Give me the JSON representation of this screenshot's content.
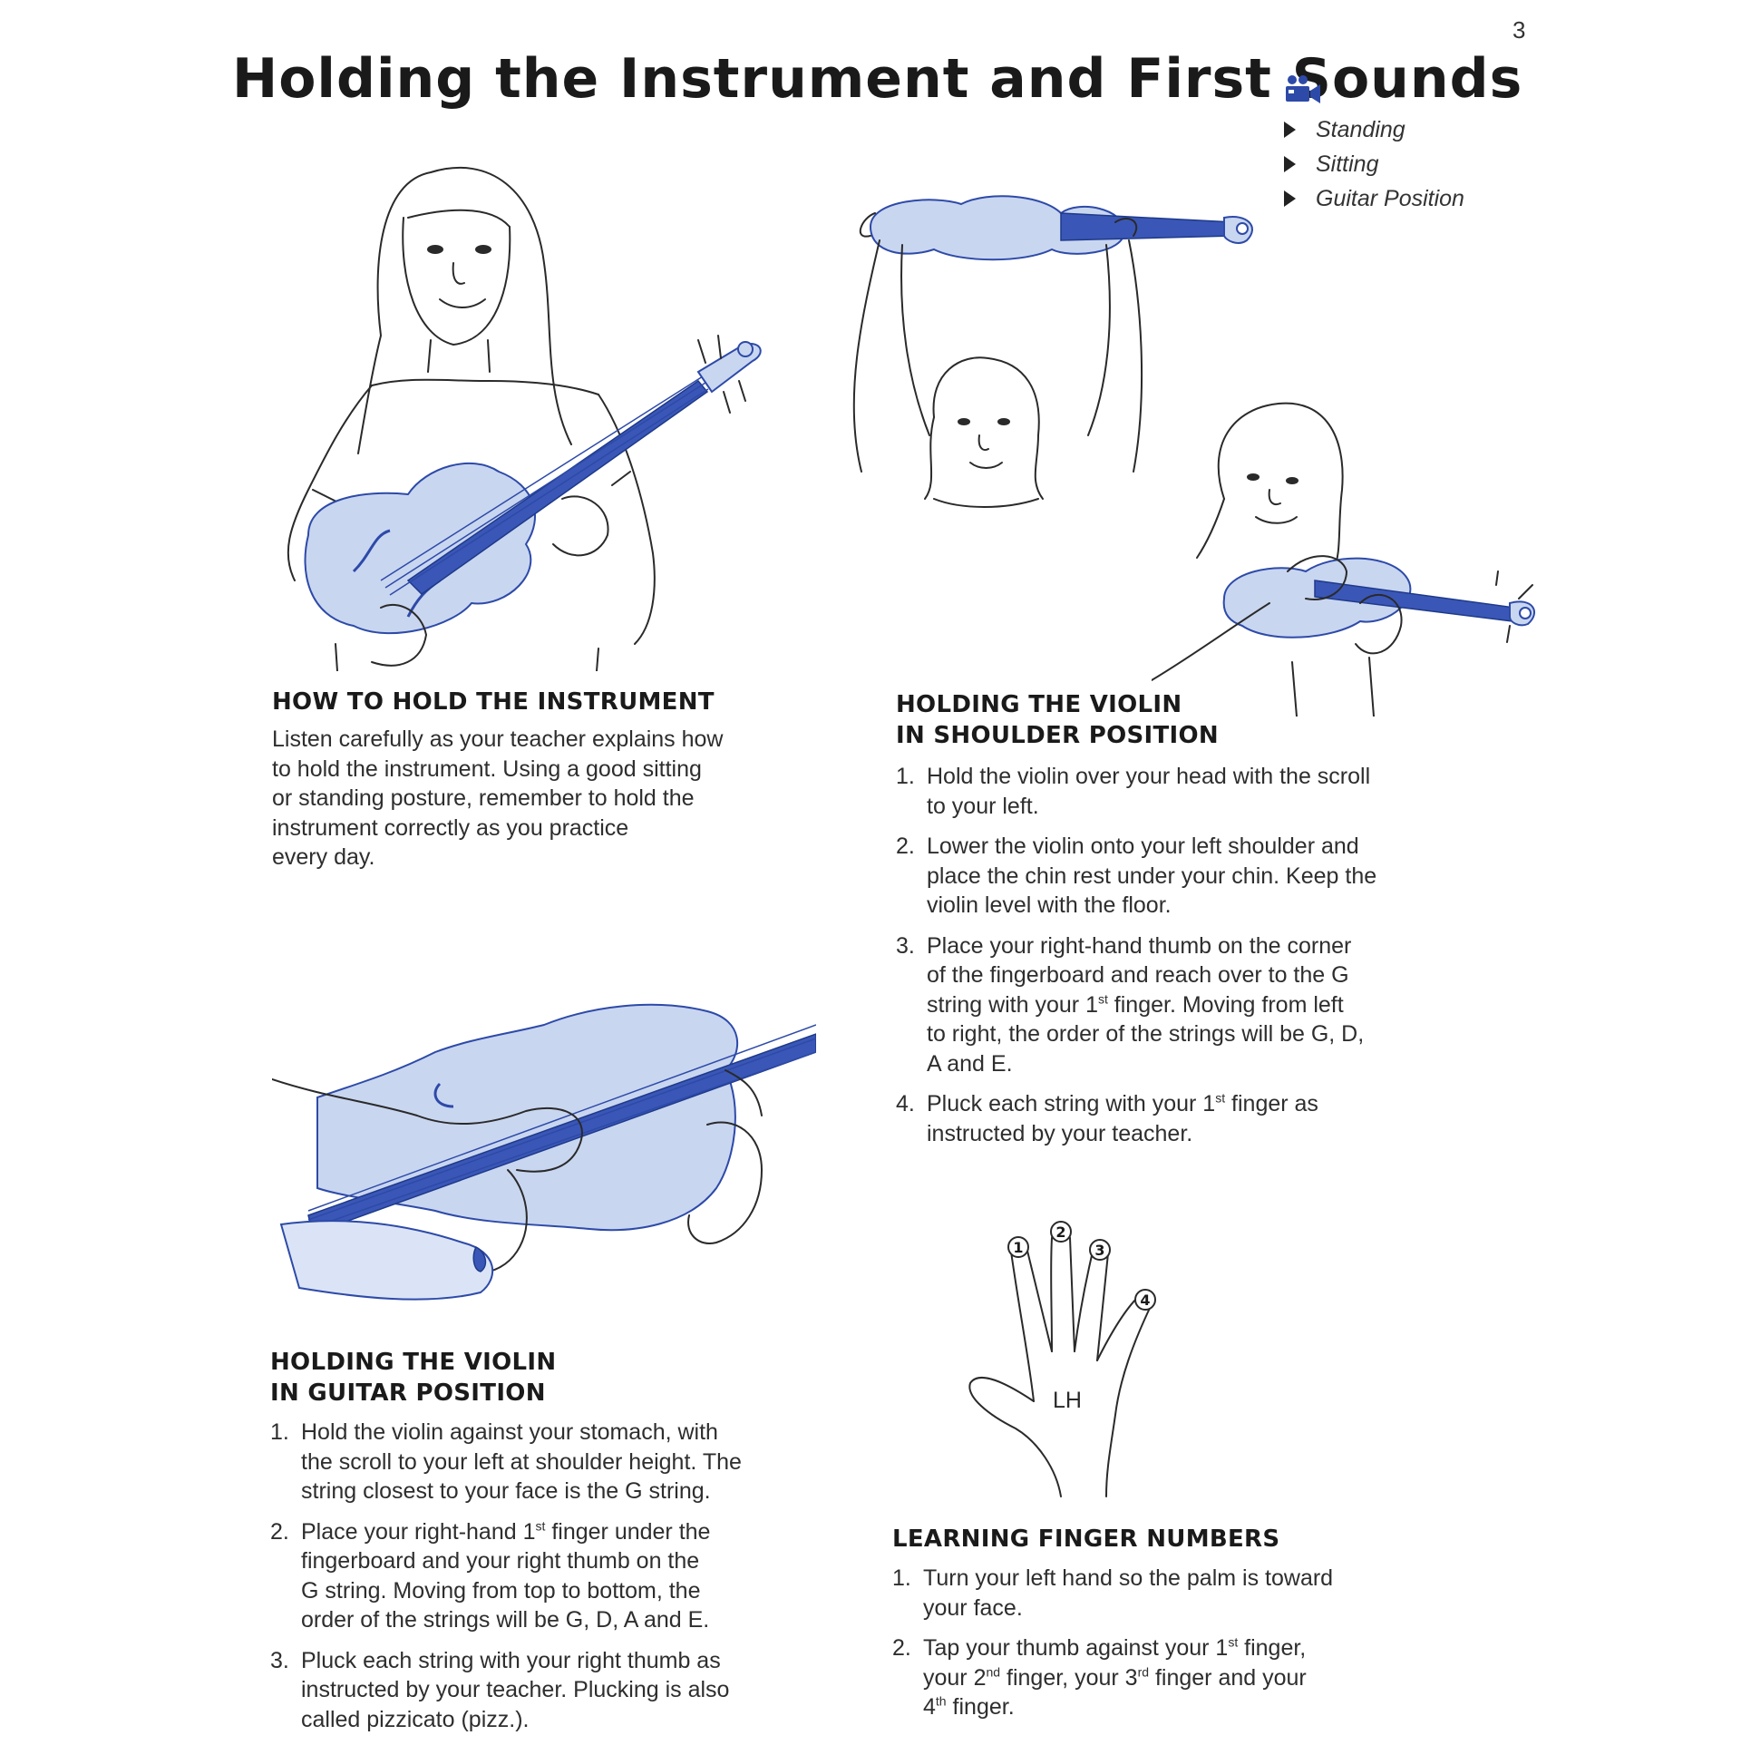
{
  "page_number": "3",
  "title": "Holding the Instrument and First Sounds",
  "video_icon": "video-camera-icon",
  "video_topics": [
    "Standing",
    "Sitting",
    "Guitar Position"
  ],
  "sections": {
    "how_to_hold": {
      "heading": "HOW TO HOLD THE INSTRUMENT",
      "body_lines": [
        "Listen carefully as your teacher explains how",
        "to hold the instrument. Using a good sitting",
        "or standing posture, remember to hold the",
        "instrument correctly as you practice",
        "every day."
      ]
    },
    "shoulder_position": {
      "heading_line1": "HOLDING THE VIOLIN",
      "heading_line2": "IN SHOULDER POSITION",
      "steps": [
        {
          "num": "1.",
          "lines": [
            "Hold the violin over your head with the scroll",
            "to your left."
          ]
        },
        {
          "num": "2.",
          "lines": [
            "Lower the violin onto your left shoulder and",
            "place the chin rest under your chin. Keep the",
            "violin level with the floor."
          ]
        },
        {
          "num": "3.",
          "lines": [
            "Place your right-hand thumb on the corner",
            "of the fingerboard and reach over to the G",
            "string with your 1st finger. Moving from left",
            "to right, the order of the strings will be G, D,",
            "A and E."
          ]
        },
        {
          "num": "4.",
          "lines": [
            "Pluck each string with your 1st finger as",
            "instructed by your teacher."
          ]
        }
      ]
    },
    "guitar_position": {
      "heading_line1": "HOLDING THE VIOLIN",
      "heading_line2": "IN GUITAR POSITION",
      "steps": [
        {
          "num": "1.",
          "lines": [
            "Hold the violin against your stomach, with",
            "the scroll to your left at shoulder height. The",
            "string closest to your face is the G string."
          ]
        },
        {
          "num": "2.",
          "lines": [
            "Place your right-hand 1st finger under the",
            "fingerboard and your right thumb on the",
            "G string. Moving from top to bottom, the",
            "order of the strings will be G, D, A and E."
          ]
        },
        {
          "num": "3.",
          "lines": [
            "Pluck each string with your right thumb as",
            "instructed by your teacher. Plucking is also",
            "called pizzicato (pizz.)."
          ]
        }
      ]
    },
    "finger_numbers": {
      "heading": "LEARNING FINGER NUMBERS",
      "hand_label": "LH",
      "finger_labels": [
        "1",
        "2",
        "3",
        "4"
      ],
      "steps": [
        {
          "num": "1.",
          "lines": [
            "Turn your left hand so the palm is toward",
            "your face."
          ]
        },
        {
          "num": "2.",
          "lines": [
            "Tap your thumb against your 1st finger,",
            "your 2nd finger, your 3rd finger and your",
            "4th finger."
          ]
        }
      ]
    }
  },
  "colors": {
    "accent_blue": "#2d4aa8",
    "light_blue": "#c9d6f0",
    "text": "#2a2a2a"
  }
}
